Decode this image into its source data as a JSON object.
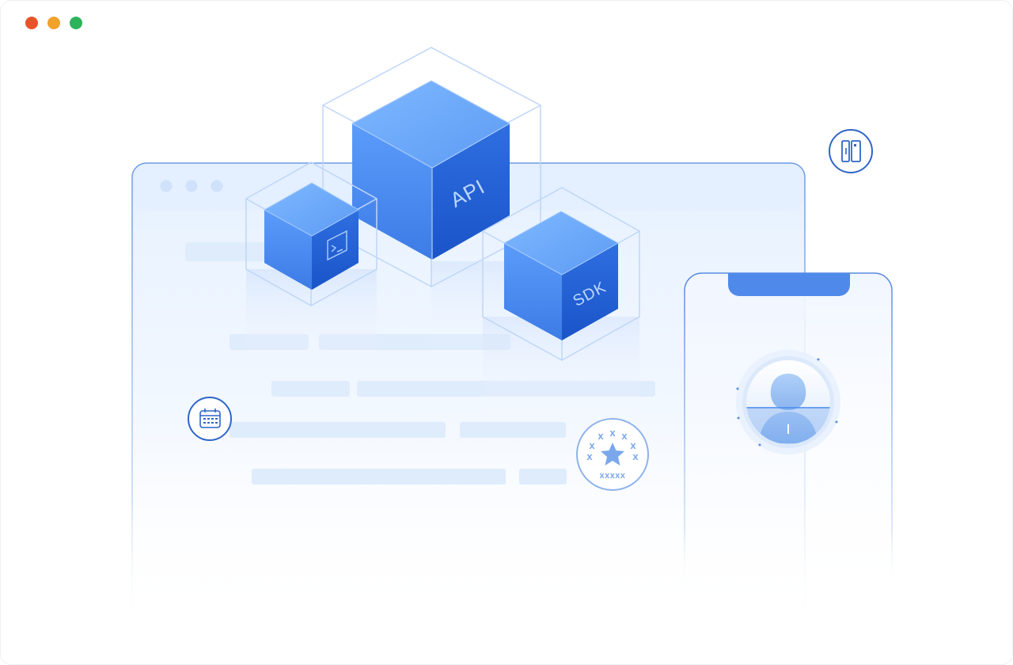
{
  "window": {
    "controls": [
      {
        "name": "close",
        "color": "#E9532A"
      },
      {
        "name": "minimize",
        "color": "#F1A22C"
      },
      {
        "name": "maximize",
        "color": "#2DB35A"
      }
    ]
  },
  "illustration": {
    "cubes": {
      "api_label": "API",
      "sdk_label": "SDK",
      "cli_icon": "terminal-icon"
    },
    "badge": {
      "icon": "star-icon",
      "caption": "xxxxx",
      "ring_marks": "x"
    },
    "connectors": {
      "calendar_icon": "calendar-icon",
      "device_icon": "door-icon"
    },
    "phone": {
      "avatar_icon": "user-avatar-icon"
    },
    "colors": {
      "accent": "#4F8DF0",
      "accent_dark": "#1F5FD0",
      "panel_fill": "#EAF3FF",
      "line": "#4A76D0"
    }
  }
}
